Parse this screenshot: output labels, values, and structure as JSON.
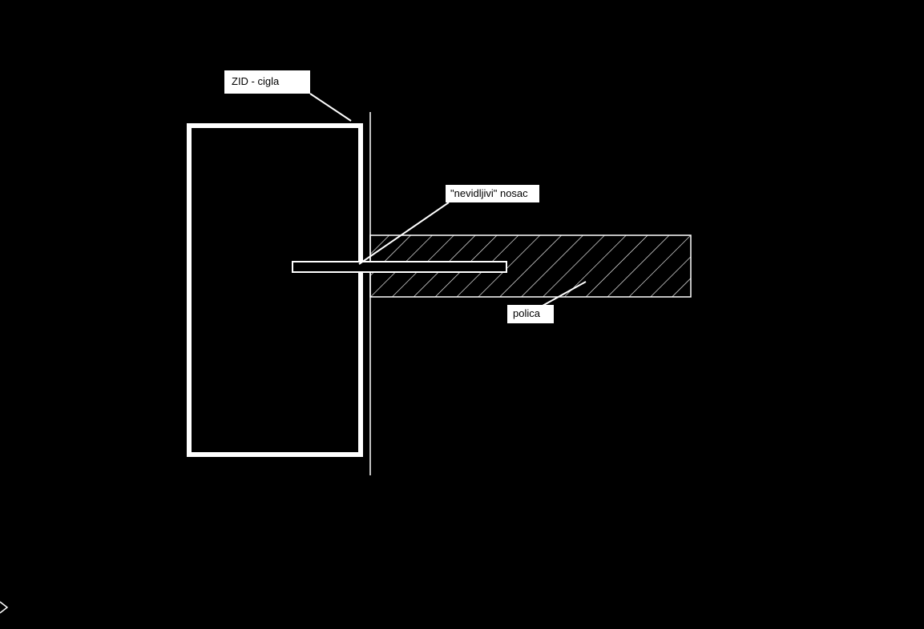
{
  "diagram": {
    "type": "technical-drawing",
    "description_visible": false,
    "labels": {
      "wall": "ZID - cigla",
      "bracket": "\"nevidljivi\" nosac",
      "shelf": "polica"
    },
    "colors": {
      "background": "#000000",
      "line": "#ffffff",
      "label_background": "#ffffff",
      "label_text": "#000000"
    }
  }
}
